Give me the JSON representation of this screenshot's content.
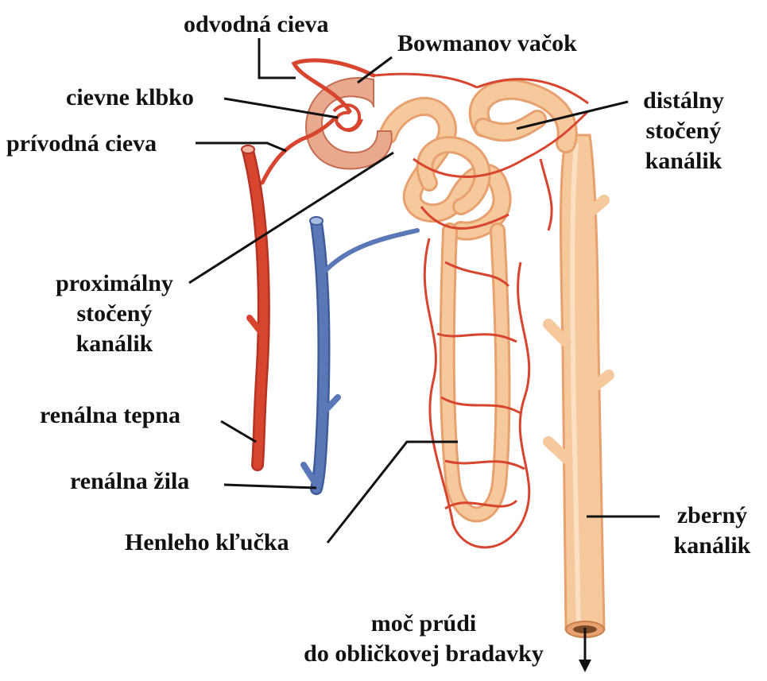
{
  "labels": {
    "odvodna_cieva": "odvodná cieva",
    "bowmanov_vacok": "Bowmanov vačok",
    "cievne_klbko": "cievne klbko",
    "privodna_cieva": "prívodná cieva",
    "distalny": [
      "distálny",
      "stočený",
      "kanálik"
    ],
    "proximalny": [
      "proximálny",
      "stočený",
      "kanálik"
    ],
    "renalna_tepna": "renálna tepna",
    "renalna_zila": "renálna žila",
    "henleho_klucka": "Henleho kľučka",
    "zberny": [
      "zberný",
      "kanálik"
    ],
    "moc_prudi": [
      "moč prúdi",
      "do obličkovej bradavky"
    ]
  },
  "colors": {
    "artery": "#d8452f",
    "artery_dark": "#b53322",
    "vein": "#5a78b8",
    "vein_dark": "#3f5c98",
    "tubule": "#f6c99d",
    "tubule_edge": "#e7a06e",
    "capsule": "#e8a98f",
    "glomerulus": "#d8452f",
    "leader": "#111111"
  }
}
